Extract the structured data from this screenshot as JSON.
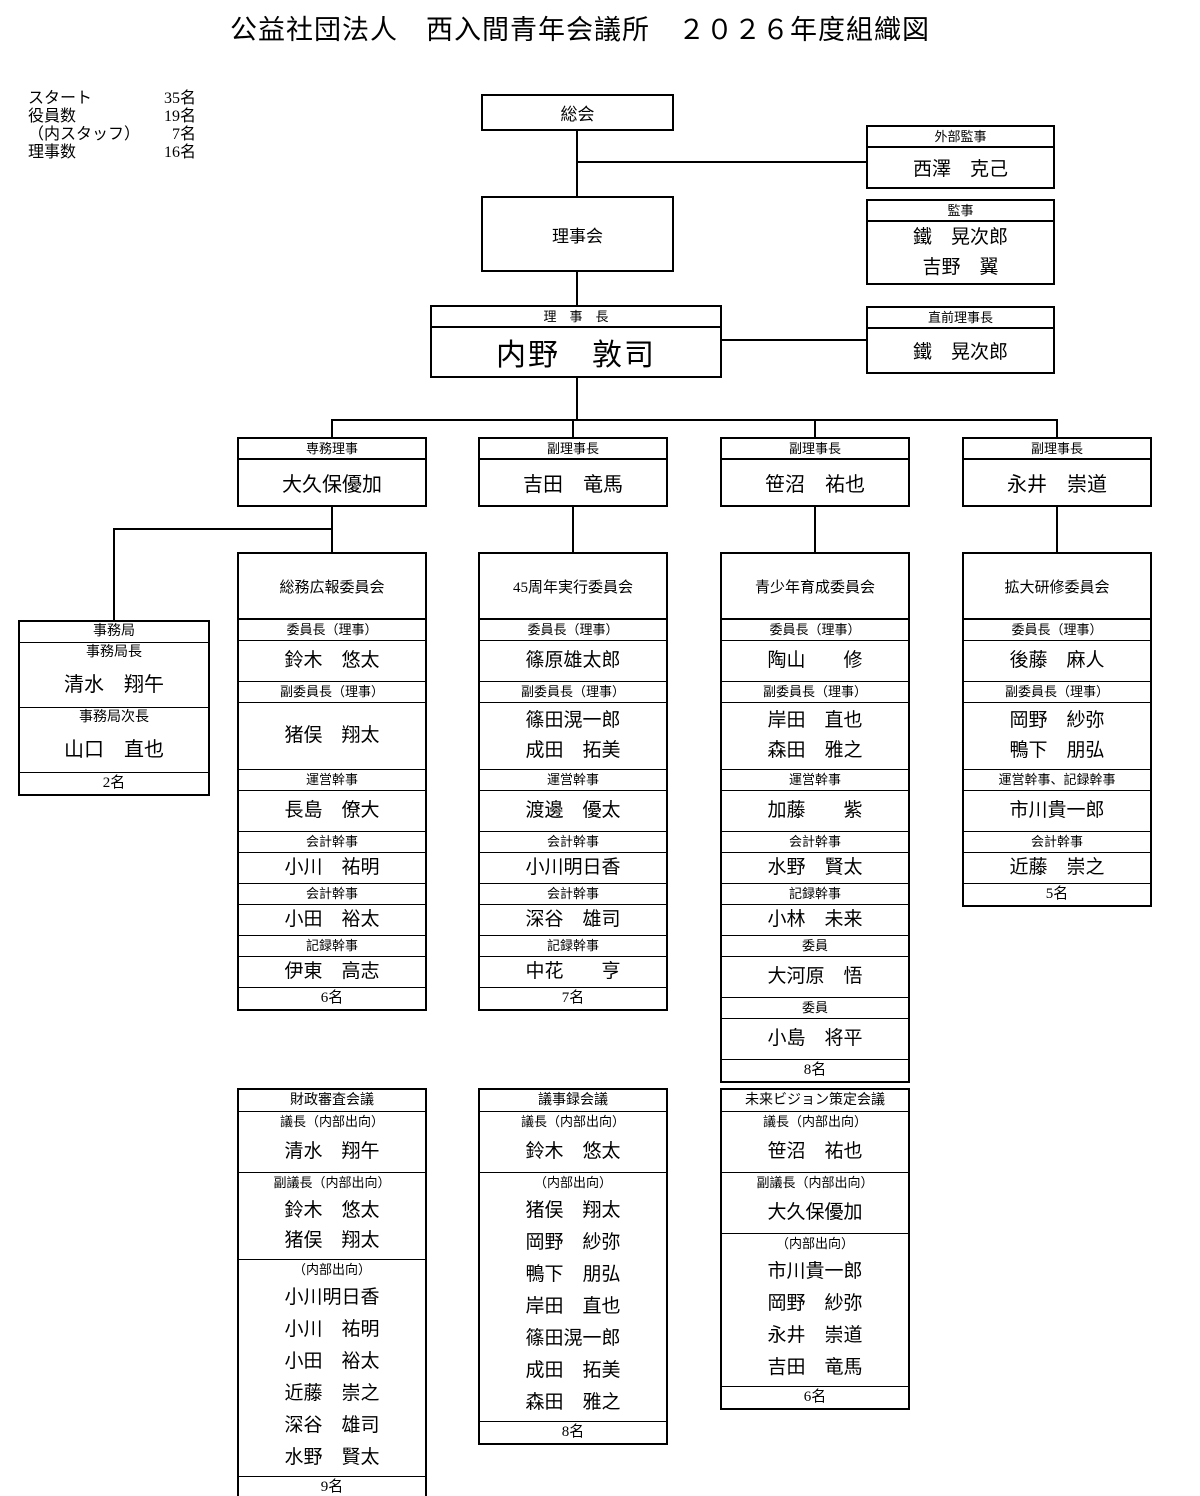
{
  "title": "公益社団法人　西入間青年会議所　２０２６年度組織図",
  "stats": {
    "rows": [
      {
        "label": "スタート",
        "value": "35名"
      },
      {
        "label": "役員数",
        "value": "19名"
      },
      {
        "label": "（内スタッフ）",
        "value": "7名"
      },
      {
        "label": "理事数",
        "value": "16名"
      }
    ]
  },
  "general_assembly": {
    "label": "総会"
  },
  "board": {
    "label": "理事会"
  },
  "external_auditor": {
    "header": "外部監事",
    "name": "西澤　克己"
  },
  "auditors": {
    "header": "監事",
    "names": [
      "鐵　晃次郎",
      "吉野　翼"
    ]
  },
  "chairman": {
    "header": "理　事　長",
    "name": "内野　敦司"
  },
  "previous_chairman": {
    "header": "直前理事長",
    "name": "鐵　晃次郎"
  },
  "branches": [
    {
      "header": "専務理事",
      "name": "大久保優加"
    },
    {
      "header": "副理事長",
      "name": "吉田　竜馬"
    },
    {
      "header": "副理事長",
      "name": "笹沼　祐也"
    },
    {
      "header": "副理事長",
      "name": "永井　崇道"
    }
  ],
  "secretariat": {
    "header": "事務局",
    "sections": [
      {
        "label": "事務局長",
        "names": [
          "清水　翔午"
        ]
      },
      {
        "label": "事務局次長",
        "names": [
          "山口　直也"
        ]
      }
    ],
    "count": "2名"
  },
  "committees": [
    {
      "title": "総務広報委員会",
      "sections": [
        {
          "label": "委員長（理事）",
          "names": [
            "鈴木　悠太"
          ]
        },
        {
          "label": "副委員長（理事）",
          "names": [
            "猪俣　翔太"
          ]
        },
        {
          "label": "運営幹事",
          "names": [
            "長島　僚大"
          ]
        },
        {
          "label": "会計幹事",
          "names": [
            "小川　祐明"
          ]
        },
        {
          "label": "会計幹事",
          "names": [
            "小田　裕太"
          ]
        },
        {
          "label": "記録幹事",
          "names": [
            "伊東　高志"
          ]
        }
      ],
      "count": "6名"
    },
    {
      "title": "45周年実行委員会",
      "sections": [
        {
          "label": "委員長（理事）",
          "names": [
            "篠原雄太郎"
          ]
        },
        {
          "label": "副委員長（理事）",
          "names": [
            "篠田滉一郎",
            "成田　拓美"
          ]
        },
        {
          "label": "運営幹事",
          "names": [
            "渡邊　優太"
          ]
        },
        {
          "label": "会計幹事",
          "names": [
            "小川明日香"
          ]
        },
        {
          "label": "会計幹事",
          "names": [
            "深谷　雄司"
          ]
        },
        {
          "label": "記録幹事",
          "names": [
            "中花　　亨"
          ]
        }
      ],
      "count": "7名"
    },
    {
      "title": "青少年育成委員会",
      "sections": [
        {
          "label": "委員長（理事）",
          "names": [
            "陶山　　修"
          ]
        },
        {
          "label": "副委員長（理事）",
          "names": [
            "岸田　直也",
            "森田　雅之"
          ]
        },
        {
          "label": "運営幹事",
          "names": [
            "加藤　　紫"
          ]
        },
        {
          "label": "会計幹事",
          "names": [
            "水野　賢太"
          ]
        },
        {
          "label": "記録幹事",
          "names": [
            "小林　未来"
          ]
        },
        {
          "label": "委員",
          "names": [
            "大河原　悟"
          ]
        },
        {
          "label": "委員",
          "names": [
            "小島　将平"
          ]
        }
      ],
      "count": "8名"
    },
    {
      "title": "拡大研修委員会",
      "sections": [
        {
          "label": "委員長（理事）",
          "names": [
            "後藤　麻人"
          ]
        },
        {
          "label": "副委員長（理事）",
          "names": [
            "岡野　紗弥",
            "鴨下　朋弘"
          ]
        },
        {
          "label": "運営幹事、記録幹事",
          "names": [
            "市川貴一郎"
          ]
        },
        {
          "label": "会計幹事",
          "names": [
            "近藤　崇之"
          ]
        }
      ],
      "count": "5名"
    }
  ],
  "councils": [
    {
      "title": "財政審査会議",
      "sections": [
        {
          "label": "議長（内部出向）",
          "names": [
            "清水　翔午"
          ]
        },
        {
          "label": "副議長（内部出向）",
          "names": [
            "鈴木　悠太",
            "猪俣　翔太"
          ]
        },
        {
          "label": "（内部出向）",
          "names": [
            "小川明日香",
            "小川　祐明",
            "小田　裕太",
            "近藤　崇之",
            "深谷　雄司",
            "水野　賢太"
          ]
        }
      ],
      "count": "9名"
    },
    {
      "title": "議事録会議",
      "sections": [
        {
          "label": "議長（内部出向）",
          "names": [
            "鈴木　悠太"
          ]
        },
        {
          "label": "（内部出向）",
          "names": [
            "猪俣　翔太",
            "岡野　紗弥",
            "鴨下　朋弘",
            "岸田　直也",
            "篠田滉一郎",
            "成田　拓美",
            "森田　雅之"
          ]
        }
      ],
      "count": "8名"
    },
    {
      "title": "未来ビジョン策定会議",
      "sections": [
        {
          "label": "議長（内部出向）",
          "names": [
            "笹沼　祐也"
          ]
        },
        {
          "label": "副議長（内部出向）",
          "names": [
            "大久保優加"
          ]
        },
        {
          "label": "（内部出向）",
          "names": [
            "市川貴一郎",
            "岡野　紗弥",
            "永井　崇道",
            "吉田　竜馬"
          ]
        }
      ],
      "count": "6名"
    }
  ]
}
